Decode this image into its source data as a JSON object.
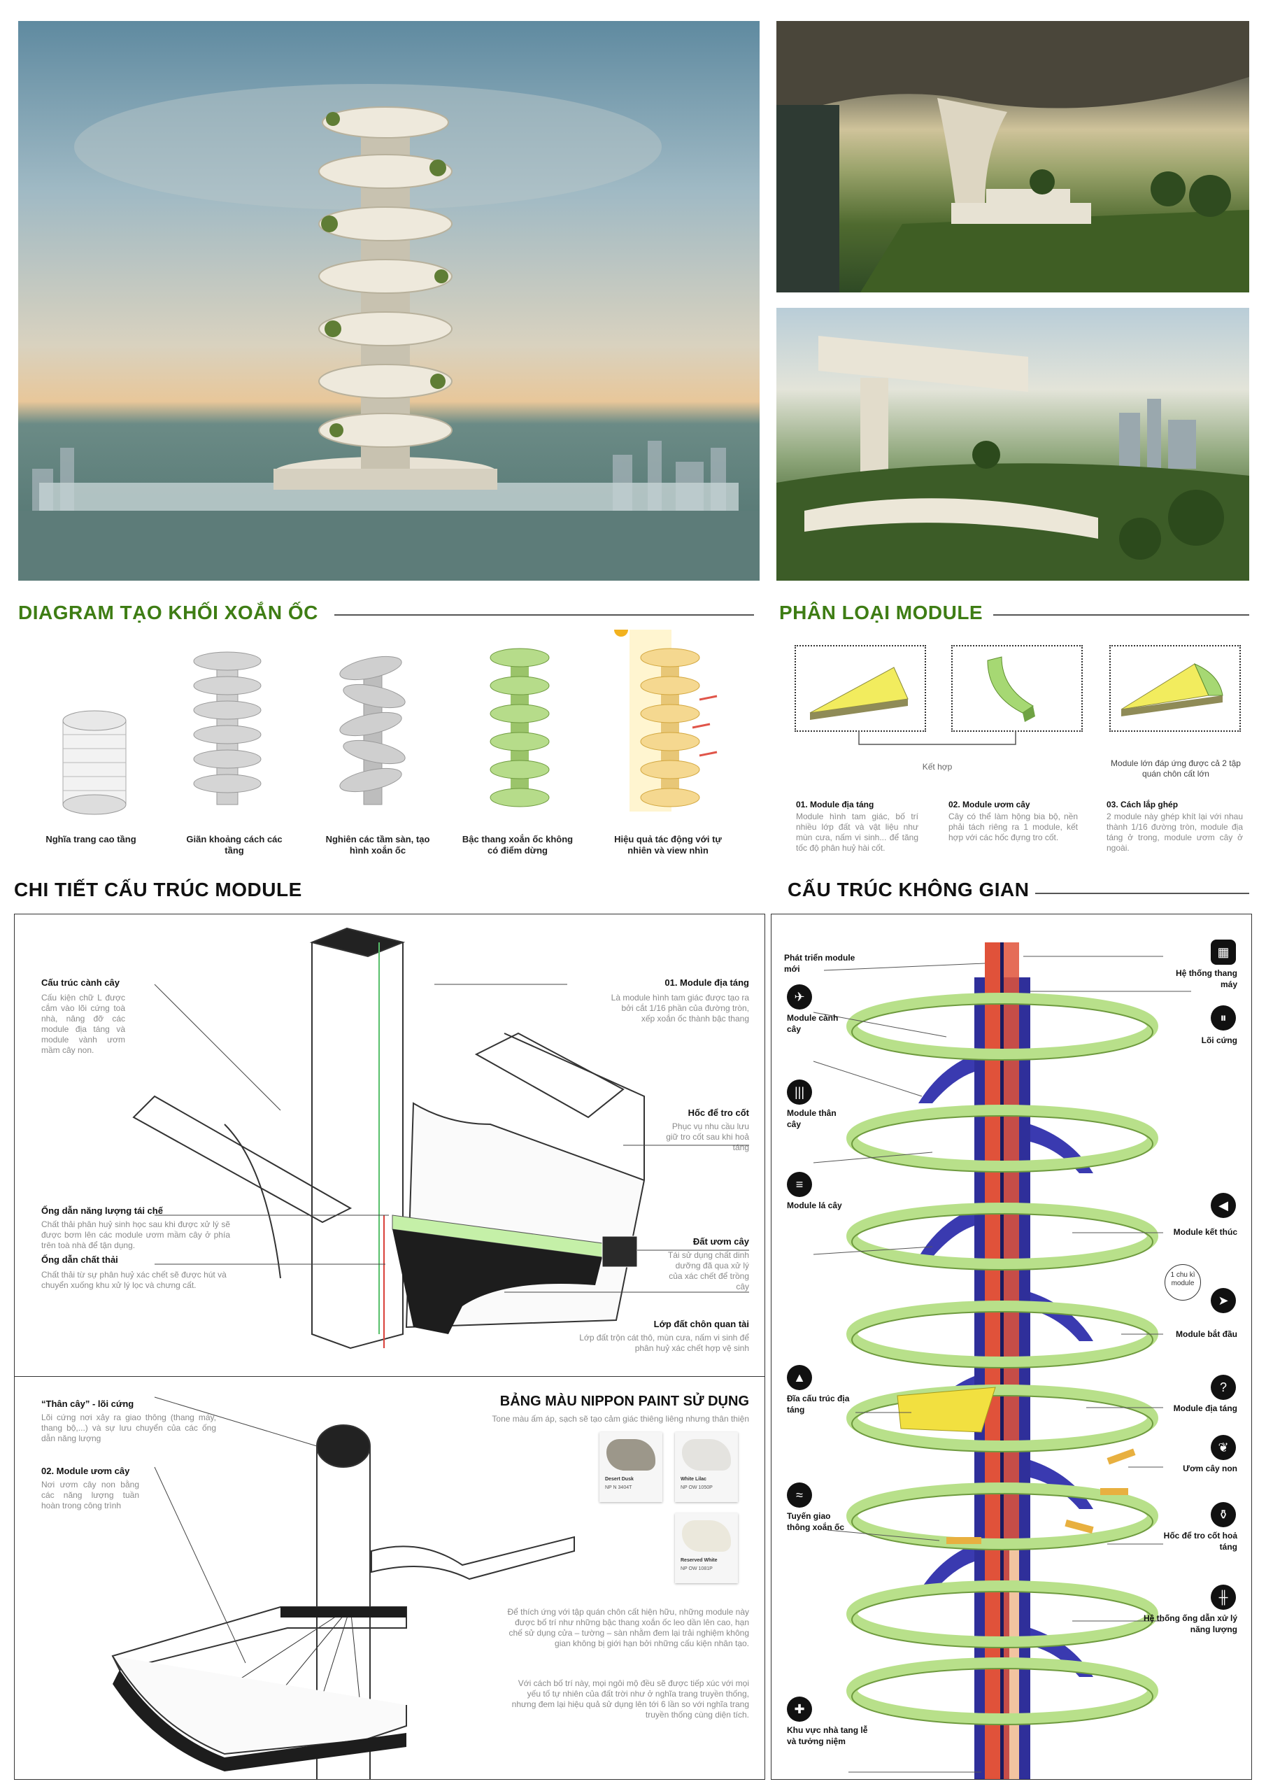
{
  "sections": {
    "diagram_title": "DIAGRAM TẠO KHỐI XOẮN ỐC",
    "module_title": "PHÂN LOẠI MODULE",
    "detail_title": "CHI TIẾT CẤU TRÚC MODULE",
    "space_title": "CẤU TRÚC KHÔNG GIAN"
  },
  "diagram_steps": [
    "Nghĩa trang cao tầng",
    "Giãn khoảng cách các tầng",
    "Nghiên các tầm sàn, tạo hình xoắn ốc",
    "Bậc thang xoắn ốc không có điểm dừng",
    "Hiệu quả tác động với tự nhiên và view nhìn"
  ],
  "module_types": {
    "combine_label": "Kết hợp",
    "big_module_note": "Module lớn đáp ứng được cả 2 tập quán chôn cất lớn",
    "items": [
      {
        "title": "01. Module địa táng",
        "text": "Module hình tam giác, bố trí nhiều lớp đất và vật liệu như mùn cưa, nấm vi sinh... để tăng tốc độ phân huỷ hài cốt."
      },
      {
        "title": "02. Module ươm cây",
        "text": "Cây có thể làm hộng bia bộ, nền phải tách riêng ra 1 module, kết hợp với các hốc đựng tro cốt."
      },
      {
        "title": "03. Cách lắp ghép",
        "text": "2 module này ghép khít lại với nhau thành 1/16 đường tròn, module địa táng ở trong, module ươm cây ở ngoài."
      }
    ]
  },
  "detail_top": {
    "left_labels": [
      {
        "title": "Cấu trúc cành cây",
        "text": "Cấu kiện chữ L được cắm vào lõi cứng toà nhà, nâng đỡ các module địa táng và module vành ươm mầm cây non."
      },
      {
        "title": "Ống dẫn năng lượng tái chế",
        "text": "Chất thải phân huỷ sinh học sau khi được xử lý sẽ được bơm lên các module ươm mầm cây ở phía trên toà nhà để tận dụng."
      },
      {
        "title": "Ống dẫn chất thải",
        "text": "Chất thải từ sự phân huỷ xác chết sẽ được hút và chuyển xuống khu xử lý lọc và chưng cất."
      }
    ],
    "right_labels": [
      {
        "title": "01. Module địa táng",
        "text": "Là module hình tam giác được tạo ra bởi cắt 1/16 phần của đường tròn, xếp xoắn ốc thành bậc thang"
      },
      {
        "title": "Hốc để tro cốt",
        "text": "Phục vụ nhu cầu lưu giữ tro cốt sau khi hoả táng"
      },
      {
        "title": "Đất ươm cây",
        "text": "Tái sử dụng chất dinh dưỡng đã qua xử lý của xác chết để trồng cây"
      },
      {
        "title": "Lớp đất chôn quan tài",
        "text": "Lớp đất trộn cát thô, mùn cưa, nấm vi sinh để phân huỷ xác chết hợp vệ sinh"
      }
    ]
  },
  "detail_bottom": {
    "labels": [
      {
        "title": "“Thân cây” - lõi cứng",
        "text": "Lõi cứng nơi xảy ra giao thông (thang máy, thang bộ,...) và sự lưu chuyển của các ống dẫn năng lượng"
      },
      {
        "title": "02. Module ươm cây",
        "text": "Nơi ươm cây non bằng các năng lượng tuần hoàn trong công trình"
      }
    ],
    "palette_title": "BẢNG MÀU NIPPON PAINT SỬ DỤNG",
    "palette_sub": "Tone màu ấm áp, sạch sẽ tạo cảm giác thiêng liêng nhưng thân thiện",
    "swatches": [
      {
        "name": "Desert Dusk",
        "code": "NP N 3404T",
        "color": "#9c978a"
      },
      {
        "name": "White Lilac",
        "code": "NP OW 1050P",
        "color": "#e4e3df"
      },
      {
        "name": "Reserved White",
        "code": "NP OW 1081P",
        "color": "#ebe8dc"
      }
    ],
    "para1": "Để thích ứng với tập quán chôn cất hiện hữu, những module này được bố trí như những bậc thang xoắn ốc leo dần lên cao, hạn chế sử dụng cửa – tường – sàn nhằm đem lại trải nghiệm không gian không bị giới hạn bởi những cấu kiện nhân tạo.",
    "para2": "Với cách bố trí này, mọi ngôi mộ đều sẽ được tiếp xúc với mọi yếu tố tự nhiên của đất trời như ở nghĩa trang truyền thống, nhưng đem lại hiệu quả sử dụng lên tới 6 lần so với nghĩa trang truyền thống cùng diện tích."
  },
  "space": {
    "left_labels": [
      "Phát triển module mới",
      "Module cành cây",
      "Module thân cây",
      "Module lá cây",
      "Đĩa cấu trúc địa táng",
      "Tuyến giao thông xoắn ốc",
      "Khu vực nhà tang lễ và tưởng niệm"
    ],
    "right_labels": [
      "Hệ thống thang máy",
      "Lõi cứng",
      "Module kết thúc",
      "Module bắt đầu",
      "Module địa táng",
      "Ươm cây non",
      "Hốc để tro cốt hoả táng",
      "Hệ thống ống dẫn xử lý năng lượng"
    ],
    "circle_note": "1 chu kì module"
  },
  "colors": {
    "accent": "#3e7d14",
    "spiral_green": "#b8e08a",
    "core_blue": "#2f2f9a",
    "pipe_red": "#e0523a",
    "module_yellow": "#f2e040"
  }
}
